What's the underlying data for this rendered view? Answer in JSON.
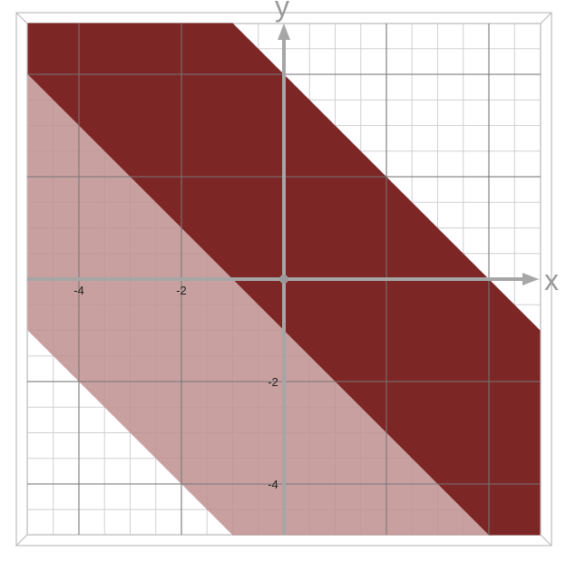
{
  "chart_data": {
    "type": "area",
    "title": "",
    "xlabel": "x",
    "ylabel": "y",
    "xlim": [
      -5,
      5
    ],
    "ylim": [
      -5,
      5
    ],
    "x_ticks": [
      -4,
      -2
    ],
    "y_ticks": [
      -2,
      -4
    ],
    "grid": true,
    "regions": [
      {
        "name": "",
        "color": "#c08f8f",
        "vertices": [
          [
            -5,
            4
          ],
          [
            -5,
            -1
          ],
          [
            -1,
            -5
          ],
          [
            4,
            -5
          ]
        ]
      },
      {
        "name": "",
        "color": "#7d2626",
        "vertices": [
          [
            -5,
            5
          ],
          [
            -1,
            5
          ],
          [
            5,
            -1
          ],
          [
            5,
            -5
          ],
          [
            4,
            -5
          ],
          [
            -5,
            4
          ]
        ]
      }
    ]
  },
  "labels": {
    "x_axis": "x",
    "y_axis": "y",
    "x_tick_neg4": "-4",
    "x_tick_neg2": "-2",
    "y_tick_neg2": "-2",
    "y_tick_neg4": "-4"
  },
  "colors": {
    "grid_minor": "#d0d0d0",
    "grid_major": "#777777",
    "axis": "#a6a6a6",
    "frame": "#bdbdbd"
  }
}
